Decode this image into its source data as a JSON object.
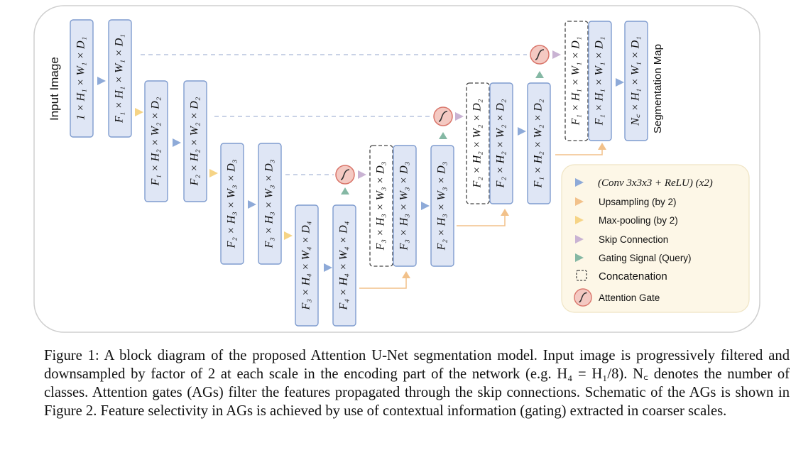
{
  "diagram": {
    "input_label": "Input Image",
    "output_label": "Segmentation Map",
    "blocks": {
      "in": "1 × H₁ × W₁ × D₁",
      "e1a": "F₁ × H₁ × W₁ × D₁",
      "e2a": "F₁ × H₂ × W₂ × D₂",
      "e2b": "F₂ × H₂ × W₂ × D₂",
      "e3a": "F₂ × H₃ × W₃ × D₃",
      "e3b": "F₃ × H₃ × W₃ × D₃",
      "e4a": "F₃ × H₄ × W₄ × D₄",
      "e4b": "F₄ × H₄ × W₄ × D₄",
      "c3a": "F₃ × H₃ × W₃ × D₃",
      "c3b": "F₃ × H₃ × W₃ × D₃",
      "d3": "F₂ × H₃ × W₃ × D₃",
      "c2a": "F₂ × H₂ × W₂ × D₂",
      "c2b": "F₂ × H₂ × W₂ × D₂",
      "d2": "F₁ × H₂ × W₂ × D₂",
      "c1a": "F₁ × H₁ × W₁ × D₁",
      "c1b": "F₁ × H₁ × W₁ × D₁",
      "out": "N꜀ × H₁ × W₁ × D₁"
    },
    "legend": {
      "conv": "(Conv 3x3x3 + ReLU) (x2)",
      "upsampling": "Upsampling (by 2)",
      "maxpool": "Max-pooling (by 2)",
      "skip": "Skip Connection",
      "gating": "Gating Signal (Query)",
      "concat": "Concatenation",
      "attention": "Attention Gate"
    },
    "colors": {
      "block_fill": "#dfe6f5",
      "block_stroke": "#7f9ccf",
      "conv_arrow": "#8eaad8",
      "upsampling": "#f2c18a",
      "maxpool": "#f6d486",
      "skip": "#c9b3d3",
      "gating": "#85b8a4",
      "gate_fill": "#f4c9c2",
      "gate_stroke": "#d9756a",
      "legend_fill": "#fdf7e7"
    }
  },
  "caption": "Figure 1: A block diagram of the proposed Attention U-Net segmentation model. Input image is progressively filtered and downsampled by factor of 2 at each scale in the encoding part of the network (e.g. H₄ = H₁/8). N꜀ denotes the number of classes. Attention gates (AGs) filter the features propagated through the skip connections. Schematic of the AGs is shown in Figure 2. Feature selectivity in AGs is achieved by use of contextual information (gating) extracted in coarser scales."
}
